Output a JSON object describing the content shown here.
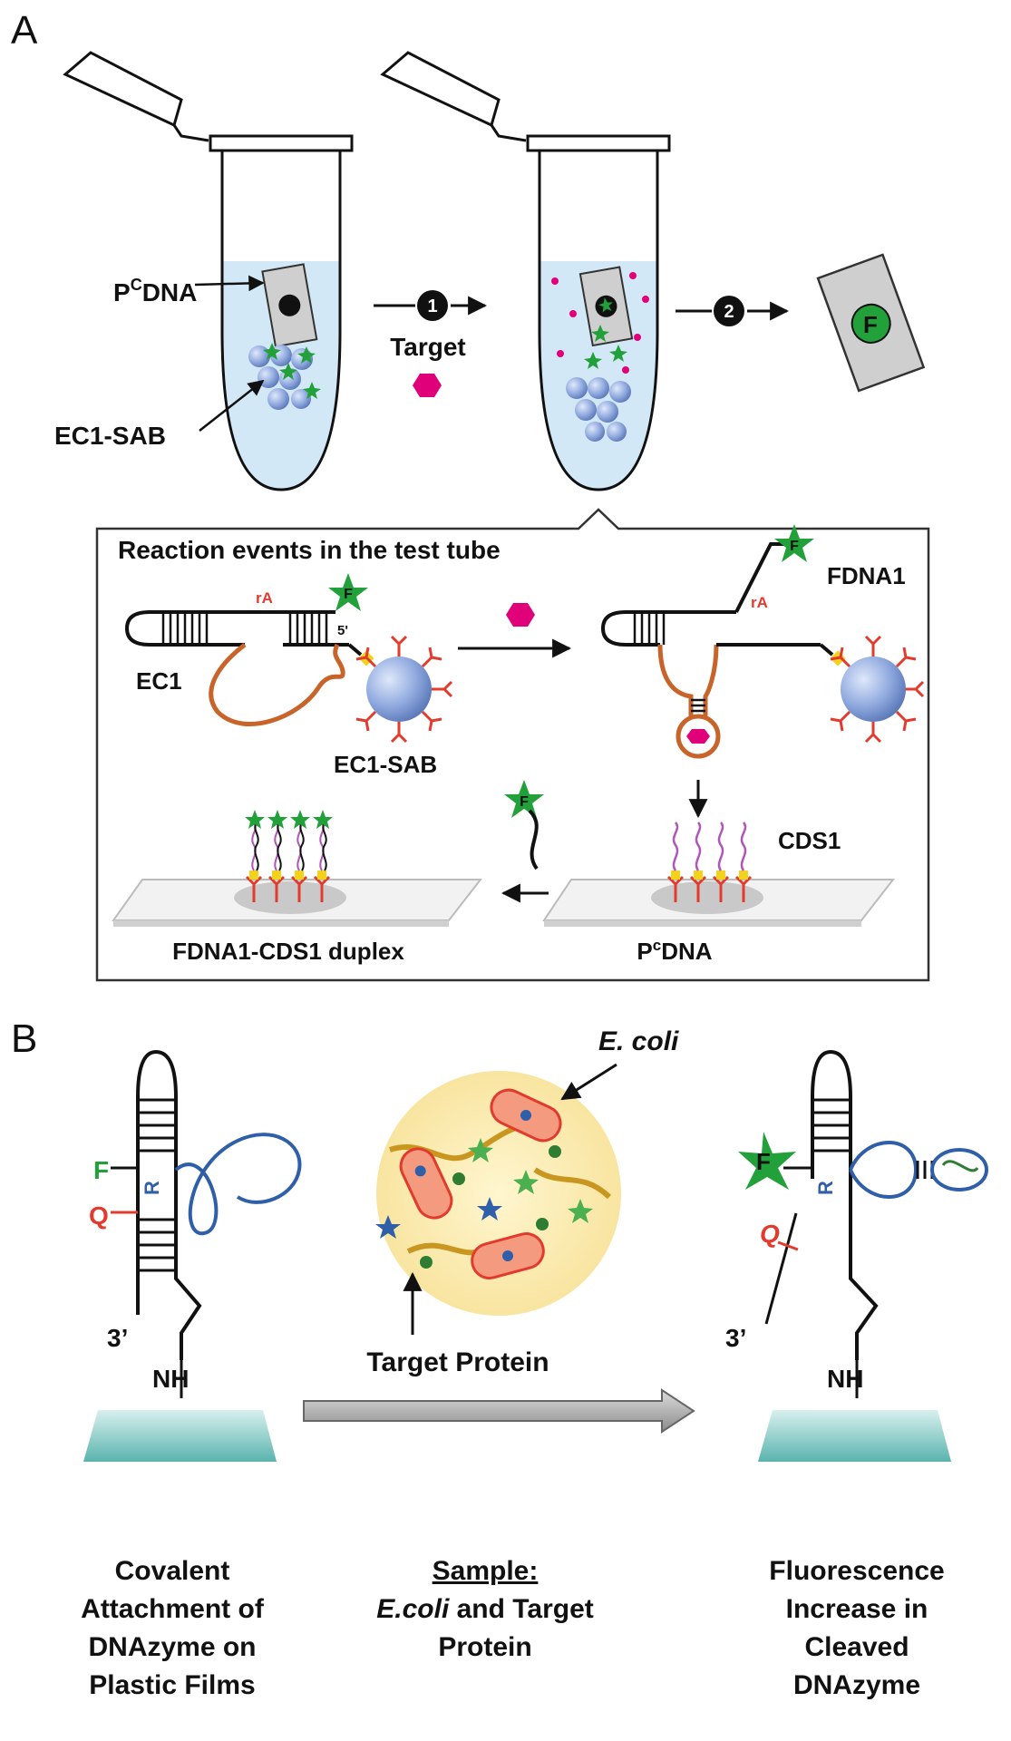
{
  "panelA": {
    "letter": "A",
    "pcdna_base": "P",
    "pcdna_sup": "C",
    "pcdna_rest": "DNA",
    "ec1sab": "EC1-SAB",
    "step1": "1",
    "step2": "2",
    "target": "Target",
    "f_letter": "F",
    "box": {
      "title": "Reaction events in the test tube",
      "ra": "rA",
      "five_prime": "5'",
      "ec1": "EC1",
      "ec1sab": "EC1-SAB",
      "fdna1": "FDNA1",
      "cds1": "CDS1",
      "duplex": "FDNA1-CDS1 duplex",
      "pcdna_base": "P",
      "pcdna_sup": "c",
      "pcdna_rest": "DNA"
    }
  },
  "panelB": {
    "letter": "B",
    "f": "F",
    "r": "R",
    "q": "Q",
    "three_prime": "3’",
    "nh": "NH",
    "ecoli": "E. coli",
    "target_protein": "Target Protein",
    "left_caption": [
      "Covalent",
      "Attachment of",
      "DNAzyme on",
      "Plastic Films"
    ],
    "mid_caption_title": "Sample:",
    "mid_caption_italic": "E.coli",
    "mid_caption_rest": " and Target",
    "mid_caption_line3": "Protein",
    "right_caption": [
      "Fluorescence",
      "Increase in",
      "Cleaved",
      "DNAzyme"
    ]
  },
  "colors": {
    "fluor_green": "#22a03a",
    "quencher_red": "#e23b2e",
    "target_magenta": "#e0007a",
    "bead_blue": "#8fa9de",
    "dnazyme_blue": "#2f5fa8",
    "catalytic_orange": "#c8642a"
  }
}
